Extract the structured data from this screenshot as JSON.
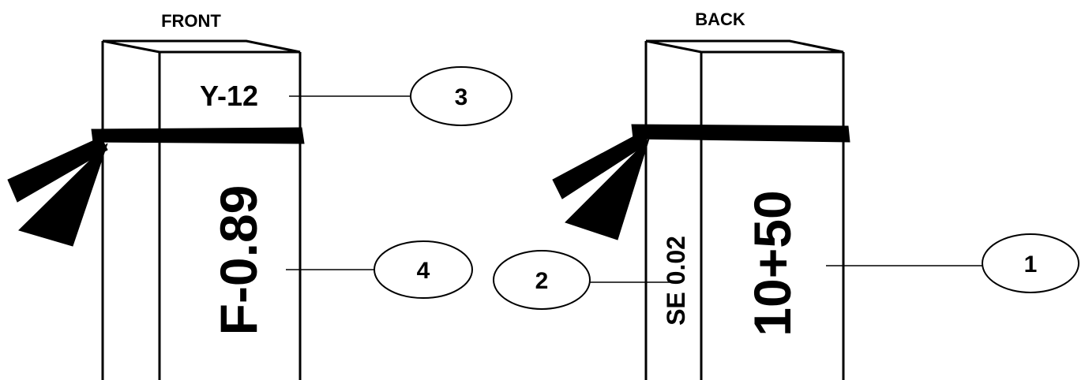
{
  "front": {
    "title": "FRONT",
    "top_label": "Y-12",
    "main_label": "F-0.89"
  },
  "back": {
    "title": "BACK",
    "side_label": "SE 0.02",
    "main_label": "10+50"
  },
  "callouts": {
    "c1": "1",
    "c2": "2",
    "c3": "3",
    "c4": "4"
  }
}
